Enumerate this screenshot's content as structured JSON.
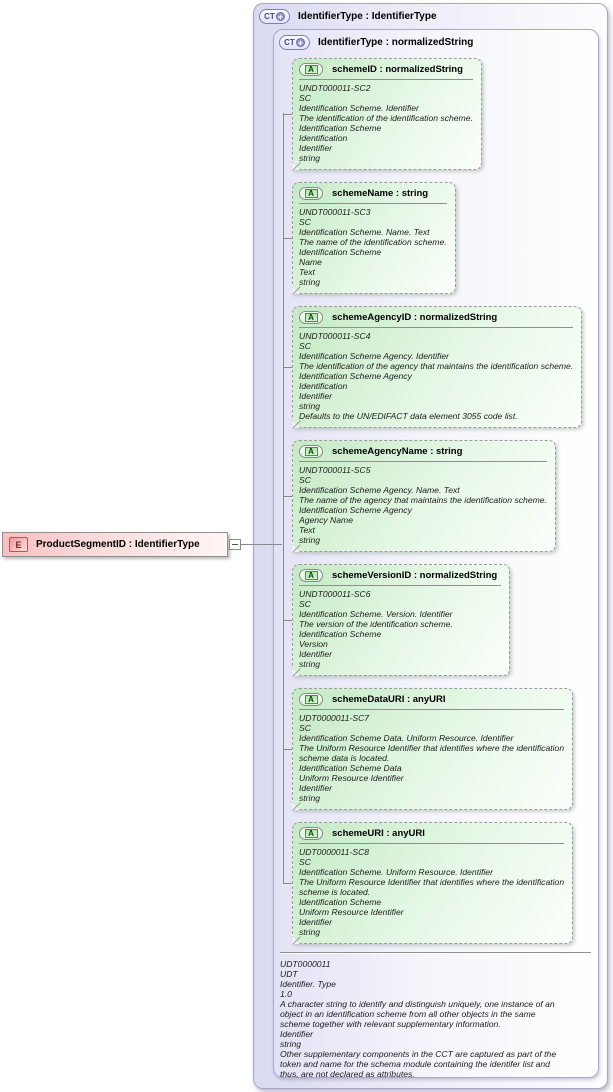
{
  "element": {
    "icon": "E",
    "label": "ProductSegmentID : IdentifierType"
  },
  "outer_type": {
    "icon": "CT",
    "plus": "+",
    "label": "IdentifierType : IdentifierType"
  },
  "inner_type": {
    "icon": "CT",
    "plus": "+",
    "label": "IdentifierType : normalizedString"
  },
  "attribute_icon": "A",
  "attributes": [
    {
      "name": "schemeID : normalizedString",
      "annotation": [
        "UNDT000011-SC2",
        "SC",
        "Identification Scheme. Identifier",
        "The identification of the identification scheme.",
        "Identification Scheme",
        "Identification",
        "Identifier",
        "string"
      ]
    },
    {
      "name": "schemeName : string",
      "annotation": [
        "UNDT000011-SC3",
        "SC",
        "Identification Scheme. Name. Text",
        "The name of the identification scheme.",
        "Identification Scheme",
        "Name",
        "Text",
        "string"
      ]
    },
    {
      "name": "schemeAgencyID : normalizedString",
      "annotation": [
        "UNDT000011-SC4",
        "SC",
        "Identification Scheme Agency. Identifier",
        "The identification of the agency that maintains the identification scheme.",
        "Identification Scheme Agency",
        "Identification",
        "Identifier",
        "string",
        "Defaults to the UN/EDIFACT data element 3055 code list."
      ]
    },
    {
      "name": "schemeAgencyName : string",
      "annotation": [
        "UNDT000011-SC5",
        "SC",
        "Identification Scheme Agency. Name. Text",
        "The name of the agency that maintains the identification scheme.",
        "Identification Scheme Agency",
        "Agency Name",
        "Text",
        "string"
      ]
    },
    {
      "name": "schemeVersionID : normalizedString",
      "annotation": [
        "UNDT000011-SC6",
        "SC",
        "Identification Scheme. Version. Identifier",
        "The version of the identification scheme.",
        "Identification Scheme",
        "Version",
        "Identifier",
        "string"
      ]
    },
    {
      "name": "schemeDataURI : anyURI",
      "annotation": [
        "UDT0000011-SC7",
        "SC",
        "Identification Scheme Data. Uniform Resource. Identifier",
        "The Uniform Resource Identifier that identifies where the identification",
        "scheme data is located.",
        "Identification Scheme Data",
        "Uniform Resource Identifier",
        "Identifier",
        "string"
      ]
    },
    {
      "name": "schemeURI : anyURI",
      "annotation": [
        "UDT0000011-SC8",
        "SC",
        "Identification Scheme. Uniform Resource. Identifier",
        "The Uniform Resource Identifier that identifies where the identification",
        "scheme is located.",
        "Identification Scheme",
        "Uniform Resource Identifier",
        "Identifier",
        "string"
      ]
    }
  ],
  "type_annotation": [
    "UDT0000011",
    "UDT",
    "Identifier. Type",
    "1.0",
    "A character string to identify and distinguish uniquely, one instance of an",
    "object in an identification scheme from all other objects in the same",
    "scheme together with relevant supplementary information.",
    "Identifier",
    "string",
    "Other supplementary components in the CCT are captured as part of the",
    "token and name for the schema module containing the identifer list and",
    "thus, are not declared as attributes."
  ],
  "colors": {
    "element_fill": "#f5c0c0",
    "attribute_fill": "#c4eac4",
    "complextype_fill": "#d9d9f1",
    "connector": "#8a8a8a"
  }
}
